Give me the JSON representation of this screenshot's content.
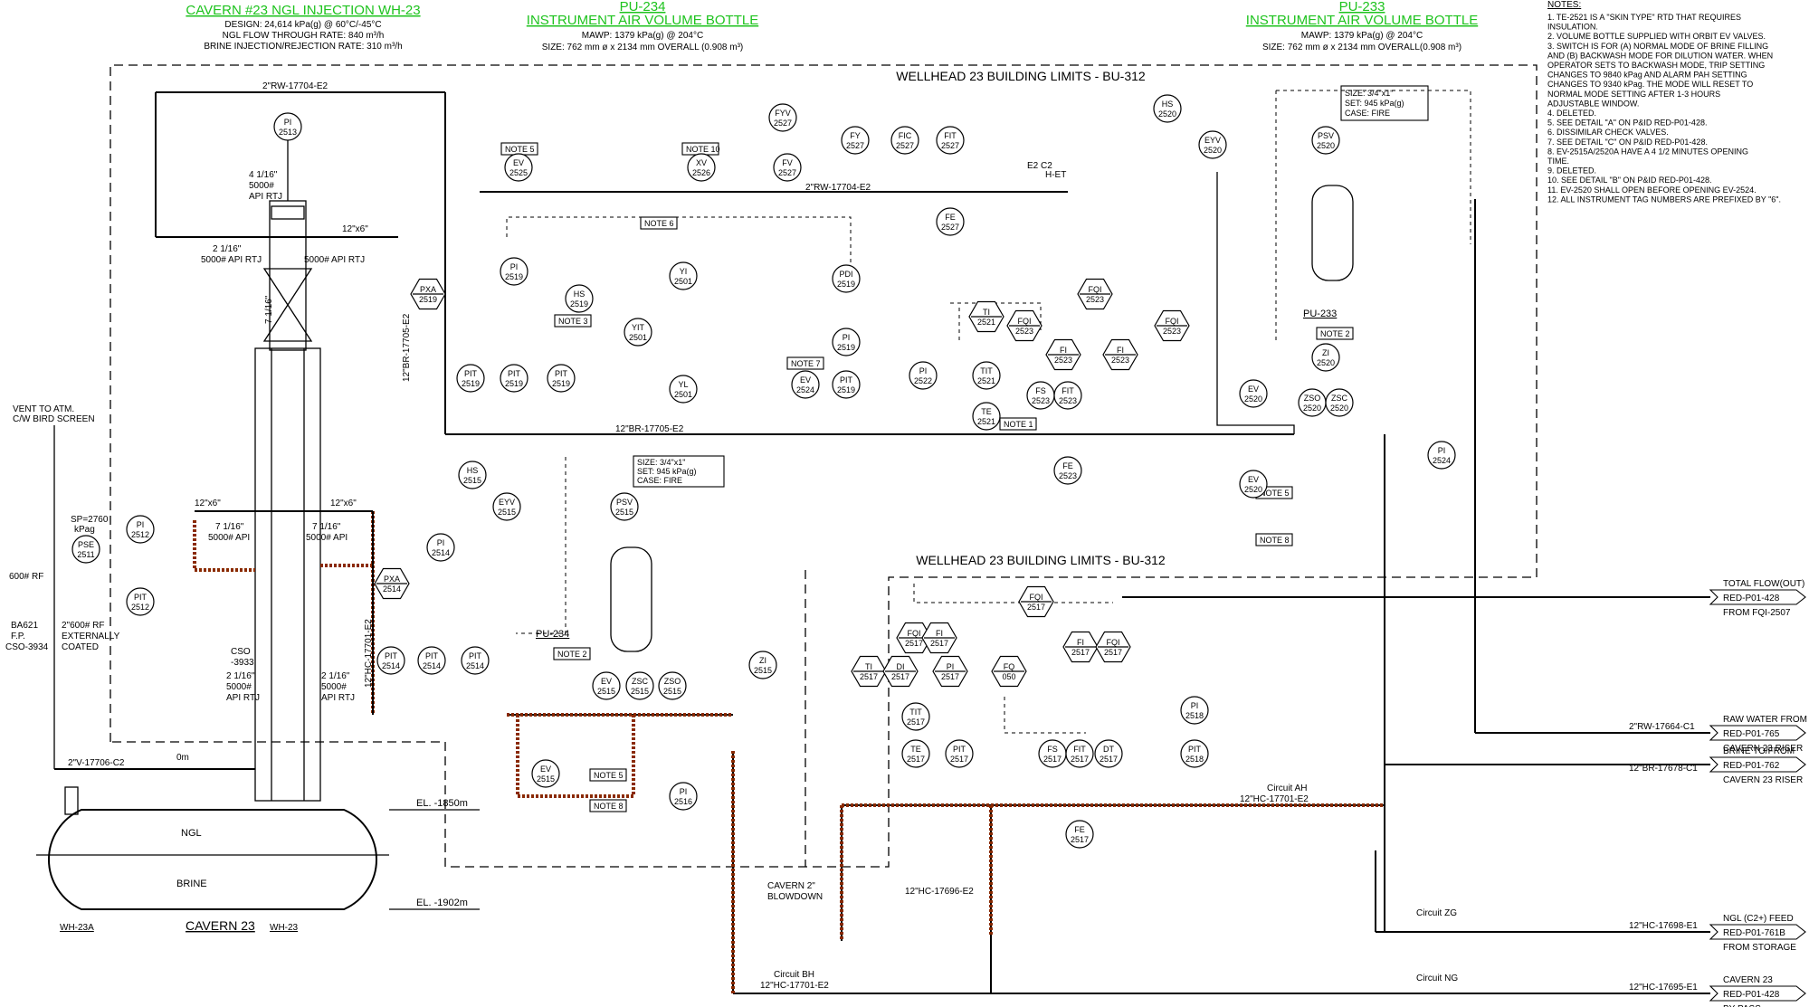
{
  "titles": {
    "cavern": {
      "title": "CAVERN #23 NGL INJECTION WH-23",
      "lines": [
        "DESIGN: 24,614 kPa(g) @ 60°C/-45°C",
        "NGL FLOW THROUGH RATE: 840 m³/h",
        "BRINE INJECTION/REJECTION RATE: 310 m³/h"
      ]
    },
    "pu234": {
      "title": "PU-234",
      "subtitle": "INSTRUMENT AIR VOLUME BOTTLE",
      "lines": [
        "MAWP: 1379 kPa(g) @ 204°C",
        "SIZE: 762 mm ø x 2134 mm OVERALL (0.908 m³)"
      ]
    },
    "pu233": {
      "title": "PU-233",
      "subtitle": "INSTRUMENT AIR VOLUME BOTTLE",
      "lines": [
        "MAWP: 1379 kPa(g) @ 204°C",
        "SIZE: 762 mm ø x 2134 mm OVERALL(0.908 m³)"
      ]
    }
  },
  "notes": {
    "heading": "NOTES:",
    "items": [
      "1.  TE-2521 IS A \"SKIN TYPE\" RTD THAT REQUIRES",
      "     INSULATION.",
      "2.  VOLUME BOTTLE SUPPLIED WITH ORBIT EV VALVES.",
      "3.  SWITCH IS FOR (A) NORMAL MODE OF BRINE FILLING",
      "     AND (B) BACKWASH MODE FOR DILUTION WATER. WHEN",
      "     OPERATOR SETS TO BACKWASH MODE, TRIP SETTING",
      "     CHANGES TO 9840 kPag AND ALARM PAH SETTING",
      "     CHANGES TO 9340 kPag. THE MODE WILL RESET TO",
      "     NORMAL MODE SETTING AFTER 1-3 HOURS",
      "     ADJUSTABLE WINDOW.",
      "4.  DELETED.",
      "5.  SEE DETAIL \"A\" ON P&ID RED-P01-428.",
      "6.  DISSIMILAR CHECK VALVES.",
      "7.  SEE DETAIL \"C\" ON P&ID RED-P01-428.",
      "8.  EV-2515A/2520A HAVE A 4 1/2 MINUTES OPENING",
      "     TIME.",
      "9.  DELETED.",
      "10. SEE DETAIL \"B\" ON P&ID RED-P01-428.",
      "11. EV-2520 SHALL OPEN BEFORE OPENING EV-2524.",
      "12. ALL INSTRUMENT TAG NUMBERS ARE PREFIXED BY \"6\"."
    ]
  },
  "limits": {
    "top": "WELLHEAD 23 BUILDING LIMITS - BU-312",
    "bottom": "WELLHEAD 23 BUILDING LIMITS - BU-312"
  },
  "cavern": {
    "label": "CAVERN 23",
    "ngl": "NGL",
    "brine": "BRINE",
    "wh23a": "WH-23A",
    "wh23": "WH-23",
    "el1": "EL. -1850m",
    "el2": "EL. -1902m",
    "grade": "0m"
  },
  "offpage": [
    {
      "label": "TOTAL FLOW(OUT)",
      "ref": "RED-P01-428",
      "sub": "FROM FQI-2507"
    },
    {
      "label": "RAW WATER FROM",
      "ref": "RED-P01-765",
      "sub": "CAVERN 23 RISER"
    },
    {
      "label": "BRINE TO/FROM",
      "ref": "RED-P01-762",
      "sub": "CAVERN 23 RISER"
    },
    {
      "label": "NGL (C2+) FEED",
      "ref": "RED-P01-761B",
      "sub": "FROM STORAGE"
    },
    {
      "label": "CAVERN 23",
      "ref": "RED-P01-428",
      "sub": "BY PASS"
    }
  ],
  "instruments": [
    {
      "tag": "PI",
      "num": "2513"
    },
    {
      "tag": "PI",
      "num": "2512"
    },
    {
      "tag": "PIT",
      "num": "2512"
    },
    {
      "tag": "PSE",
      "num": "2511"
    },
    {
      "tag": "EV",
      "num": "2525"
    },
    {
      "tag": "XV",
      "num": "2526"
    },
    {
      "tag": "FYV",
      "num": "2527"
    },
    {
      "tag": "FY",
      "num": "2527"
    },
    {
      "tag": "FIC",
      "num": "2527"
    },
    {
      "tag": "FIT",
      "num": "2527"
    },
    {
      "tag": "FV",
      "num": "2527"
    },
    {
      "tag": "FE",
      "num": "2527"
    },
    {
      "tag": "PI",
      "num": "2519"
    },
    {
      "tag": "HS",
      "num": "2519"
    },
    {
      "tag": "PIT",
      "num": "2519"
    },
    {
      "tag": "PIT",
      "num": "2519"
    },
    {
      "tag": "PIT",
      "num": "2519"
    },
    {
      "tag": "YI",
      "num": "2501"
    },
    {
      "tag": "YIT",
      "num": "2501"
    },
    {
      "tag": "YL",
      "num": "2501"
    },
    {
      "tag": "PDI",
      "num": "2519"
    },
    {
      "tag": "PI",
      "num": "2519"
    },
    {
      "tag": "PIT",
      "num": "2519"
    },
    {
      "tag": "PI",
      "num": "2522"
    },
    {
      "tag": "EV",
      "num": "2524"
    },
    {
      "tag": "TI",
      "num": "2521"
    },
    {
      "tag": "TIT",
      "num": "2521"
    },
    {
      "tag": "TE",
      "num": "2521"
    },
    {
      "tag": "FQI",
      "num": "2523"
    },
    {
      "tag": "FQI",
      "num": "2523"
    },
    {
      "tag": "FQI",
      "num": "2523"
    },
    {
      "tag": "FI",
      "num": "2523"
    },
    {
      "tag": "FI",
      "num": "2523"
    },
    {
      "tag": "FS",
      "num": "2523"
    },
    {
      "tag": "FIT",
      "num": "2523"
    },
    {
      "tag": "FE",
      "num": "2523"
    },
    {
      "tag": "HS",
      "num": "2520"
    },
    {
      "tag": "EYV",
      "num": "2520"
    },
    {
      "tag": "PSV",
      "num": "2520"
    },
    {
      "tag": "ZI",
      "num": "2520"
    },
    {
      "tag": "EV",
      "num": "2520"
    },
    {
      "tag": "ZSO",
      "num": "2520"
    },
    {
      "tag": "ZSC",
      "num": "2520"
    },
    {
      "tag": "EV",
      "num": "2520"
    },
    {
      "tag": "PI",
      "num": "2524"
    },
    {
      "tag": "HS",
      "num": "2515"
    },
    {
      "tag": "EYV",
      "num": "2515"
    },
    {
      "tag": "PSV",
      "num": "2515"
    },
    {
      "tag": "PI",
      "num": "2514"
    },
    {
      "tag": "PXA",
      "num": "2514"
    },
    {
      "tag": "PIT",
      "num": "2514"
    },
    {
      "tag": "PIT",
      "num": "2514"
    },
    {
      "tag": "PIT",
      "num": "2514"
    },
    {
      "tag": "ZI",
      "num": "2515"
    },
    {
      "tag": "EV",
      "num": "2515"
    },
    {
      "tag": "ZSC",
      "num": "2515"
    },
    {
      "tag": "ZSO",
      "num": "2515"
    },
    {
      "tag": "EV",
      "num": "2515"
    },
    {
      "tag": "PI",
      "num": "2516"
    },
    {
      "tag": "FQI",
      "num": "2517"
    },
    {
      "tag": "FQI",
      "num": "2517"
    },
    {
      "tag": "FI",
      "num": "2517"
    },
    {
      "tag": "FI",
      "num": "2517"
    },
    {
      "tag": "FQI",
      "num": "2517"
    },
    {
      "tag": "TI",
      "num": "2517"
    },
    {
      "tag": "DI",
      "num": "2517"
    },
    {
      "tag": "PI",
      "num": "2517"
    },
    {
      "tag": "FQ",
      "num": "050"
    },
    {
      "tag": "TIT",
      "num": "2517"
    },
    {
      "tag": "TE",
      "num": "2517"
    },
    {
      "tag": "PIT",
      "num": "2517"
    },
    {
      "tag": "FS",
      "num": "2517"
    },
    {
      "tag": "FIT",
      "num": "2517"
    },
    {
      "tag": "DT",
      "num": "2517"
    },
    {
      "tag": "FE",
      "num": "2517"
    },
    {
      "tag": "PI",
      "num": "2518"
    },
    {
      "tag": "PIT",
      "num": "2518"
    },
    {
      "tag": "PXA",
      "num": "2519"
    }
  ]
}
